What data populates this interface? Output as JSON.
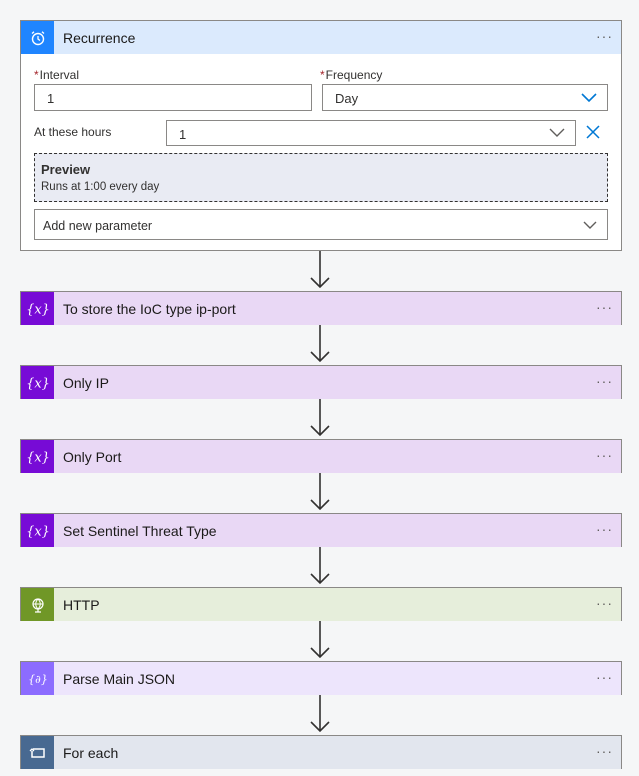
{
  "recurrence": {
    "title": "Recurrence",
    "more": "···",
    "interval_label": "Interval",
    "interval_value": "1",
    "frequency_label": "Frequency",
    "frequency_value": "Day",
    "required_mark": "*",
    "hours_label": "At these hours",
    "hours_value": "1",
    "preview_title": "Preview",
    "preview_text": "Runs at 1:00 every day",
    "add_param": "Add new parameter",
    "colors": {
      "header_bg": "#dbeafd",
      "icon_bg": "#1f85ff"
    }
  },
  "steps": [
    {
      "title": "To store the IoC type ip-port",
      "icon": "variable-icon",
      "header_bg": "#e9d8f5",
      "icon_bg": "#770bd6"
    },
    {
      "title": "Only IP",
      "icon": "variable-icon",
      "header_bg": "#e9d8f5",
      "icon_bg": "#770bd6"
    },
    {
      "title": "Only Port",
      "icon": "variable-icon",
      "header_bg": "#e9d8f5",
      "icon_bg": "#770bd6"
    },
    {
      "title": "Set Sentinel Threat Type",
      "icon": "variable-icon",
      "header_bg": "#e9d8f5",
      "icon_bg": "#770bd6"
    },
    {
      "title": "HTTP",
      "icon": "globe-icon",
      "header_bg": "#e6eedb",
      "icon_bg": "#709727"
    },
    {
      "title": "Parse Main JSON",
      "icon": "data-operation-icon",
      "header_bg": "#ede5fc",
      "icon_bg": "#8c6cff"
    },
    {
      "title": "For each",
      "icon": "loop-icon",
      "header_bg": "#e2e6ee",
      "icon_bg": "#486991"
    }
  ],
  "more_label": "···"
}
